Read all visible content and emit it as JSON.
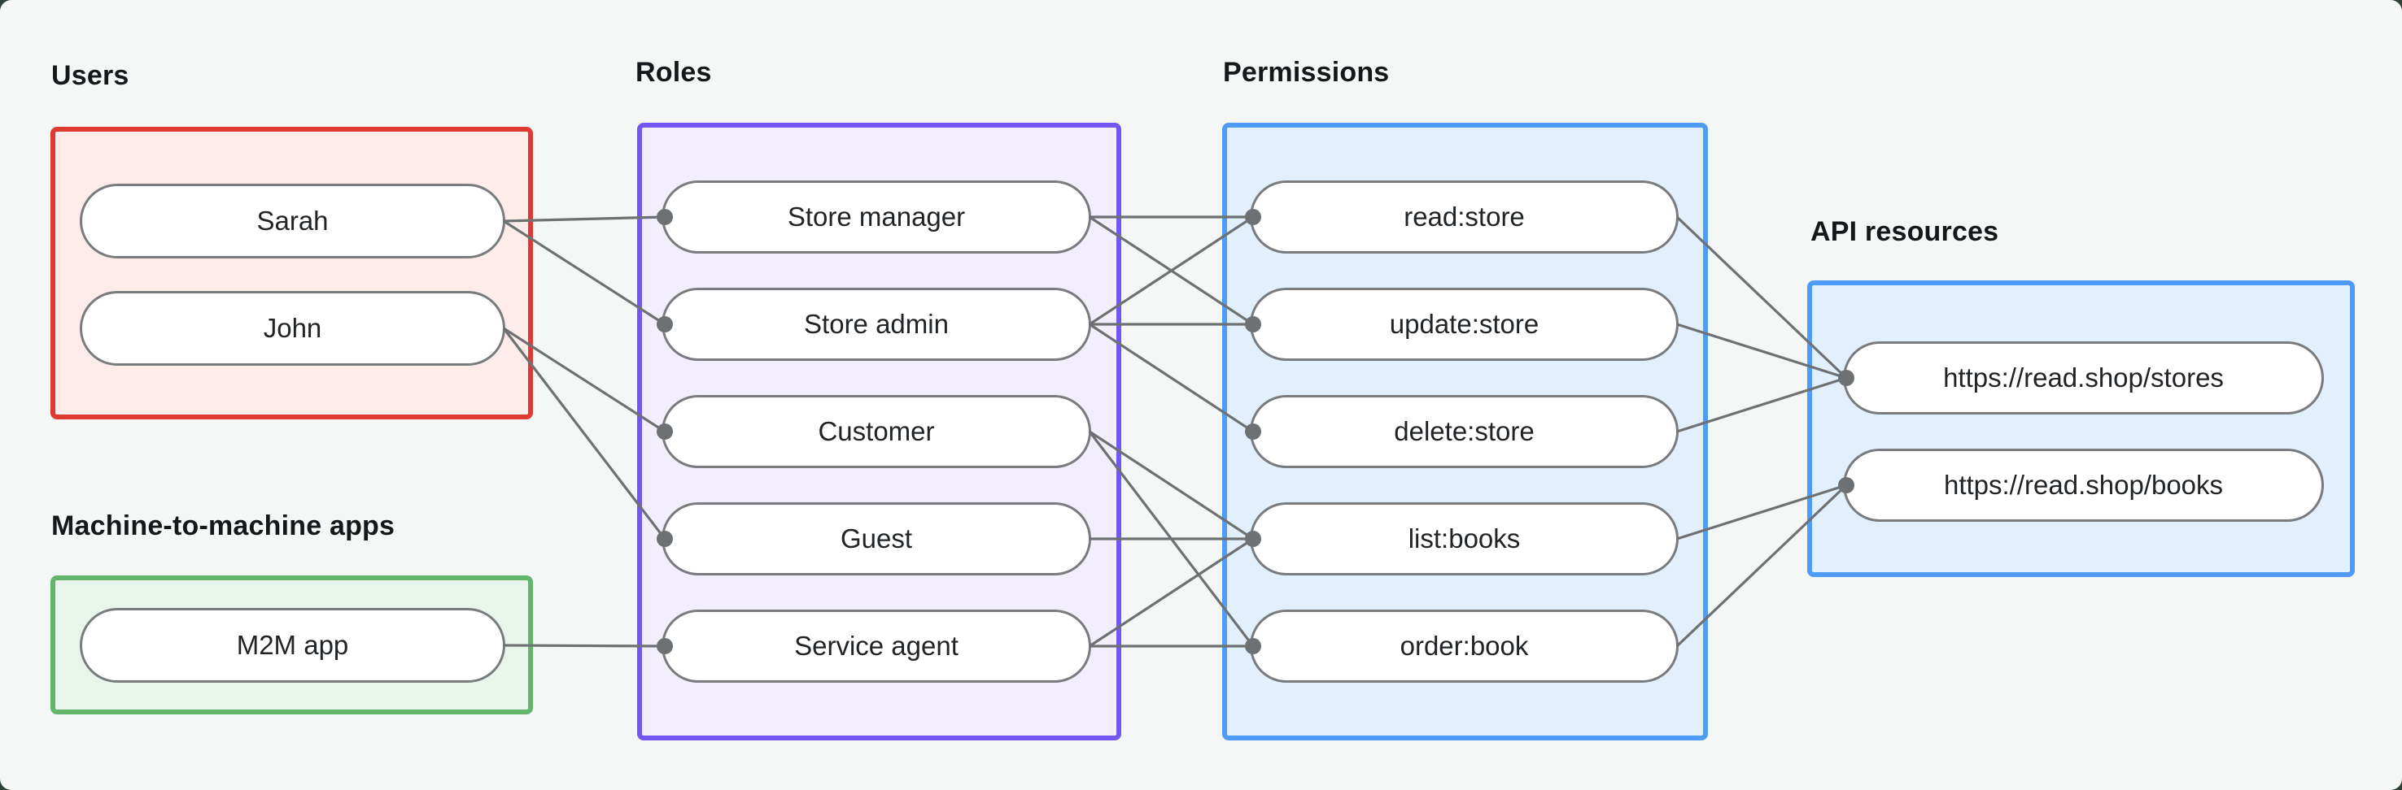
{
  "colors": {
    "canvas_bg": "#f5f7f6",
    "frame_bg": "#2e4237",
    "line": "#6e7173",
    "dot": "#6e7173",
    "pill_border": "#797b7e",
    "pill_bg": "#ffffff",
    "pill_text": "#212427",
    "label_text": "#15181a"
  },
  "groups": {
    "users": {
      "label": "Users",
      "accent": "#dd3a34",
      "fill": "#fdecea",
      "items": [
        {
          "id": "sarah",
          "label": "Sarah"
        },
        {
          "id": "john",
          "label": "John"
        }
      ]
    },
    "m2m": {
      "label": "Machine-to-machine apps",
      "accent": "#62b56a",
      "fill": "#e9f5ea",
      "items": [
        {
          "id": "m2m_app",
          "label": "M2M app"
        }
      ]
    },
    "roles": {
      "label": "Roles",
      "accent": "#7456f2",
      "fill": "#f3eefd",
      "items": [
        {
          "id": "store_manager",
          "label": "Store manager"
        },
        {
          "id": "store_admin",
          "label": "Store admin"
        },
        {
          "id": "customer",
          "label": "Customer"
        },
        {
          "id": "guest",
          "label": "Guest"
        },
        {
          "id": "service_agent",
          "label": "Service agent"
        }
      ]
    },
    "permissions": {
      "label": "Permissions",
      "accent": "#4e9bf8",
      "fill": "#e2effc",
      "items": [
        {
          "id": "read_store",
          "label": "read:store"
        },
        {
          "id": "update_store",
          "label": "update:store"
        },
        {
          "id": "delete_store",
          "label": "delete:store"
        },
        {
          "id": "list_books",
          "label": "list:books"
        },
        {
          "id": "order_book",
          "label": "order:book"
        }
      ]
    },
    "api": {
      "label": "API resources",
      "accent": "#4e9bf8",
      "fill": "#e2effc",
      "items": [
        {
          "id": "stores_api",
          "label": "https://read.shop/stores"
        },
        {
          "id": "books_api",
          "label": "https://read.shop/books"
        }
      ]
    }
  },
  "edges": [
    [
      "sarah",
      "store_manager"
    ],
    [
      "sarah",
      "store_admin"
    ],
    [
      "john",
      "customer"
    ],
    [
      "john",
      "guest"
    ],
    [
      "m2m_app",
      "service_agent"
    ],
    [
      "store_manager",
      "read_store"
    ],
    [
      "store_manager",
      "update_store"
    ],
    [
      "store_admin",
      "read_store"
    ],
    [
      "store_admin",
      "update_store"
    ],
    [
      "store_admin",
      "delete_store"
    ],
    [
      "customer",
      "list_books"
    ],
    [
      "customer",
      "order_book"
    ],
    [
      "guest",
      "list_books"
    ],
    [
      "service_agent",
      "list_books"
    ],
    [
      "service_agent",
      "order_book"
    ],
    [
      "read_store",
      "stores_api"
    ],
    [
      "update_store",
      "stores_api"
    ],
    [
      "delete_store",
      "stores_api"
    ],
    [
      "list_books",
      "books_api"
    ],
    [
      "order_book",
      "books_api"
    ]
  ]
}
